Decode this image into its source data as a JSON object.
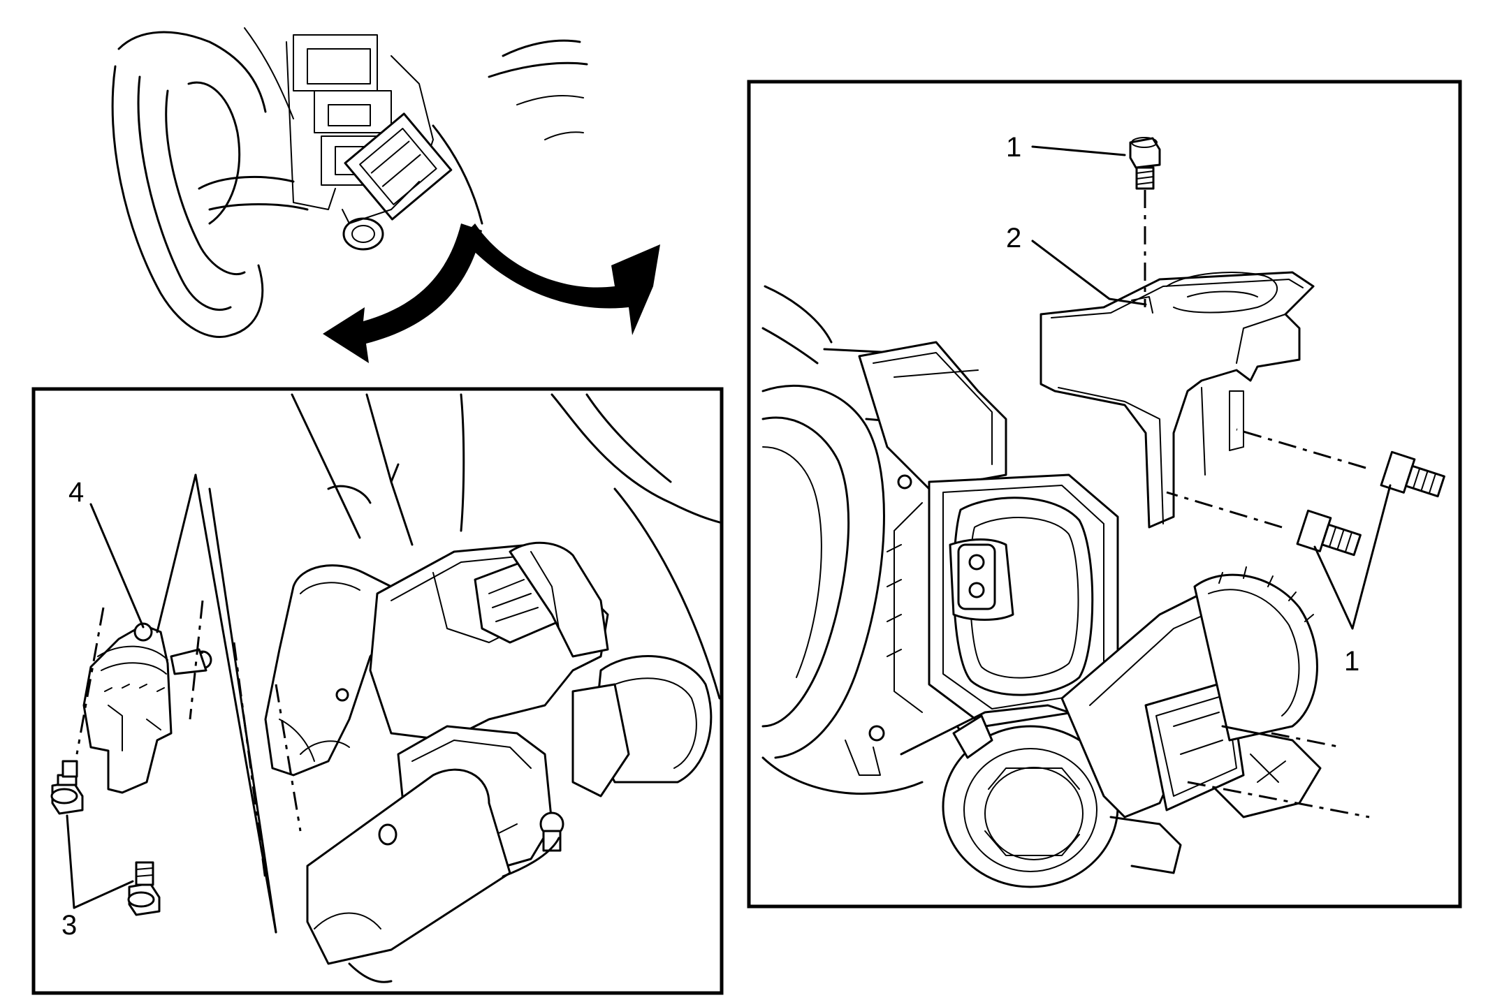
{
  "callouts": {
    "right_top": "1",
    "right_bracket": "2",
    "right_bolts": "1",
    "left_cylinder": "4",
    "left_screws": "3"
  }
}
